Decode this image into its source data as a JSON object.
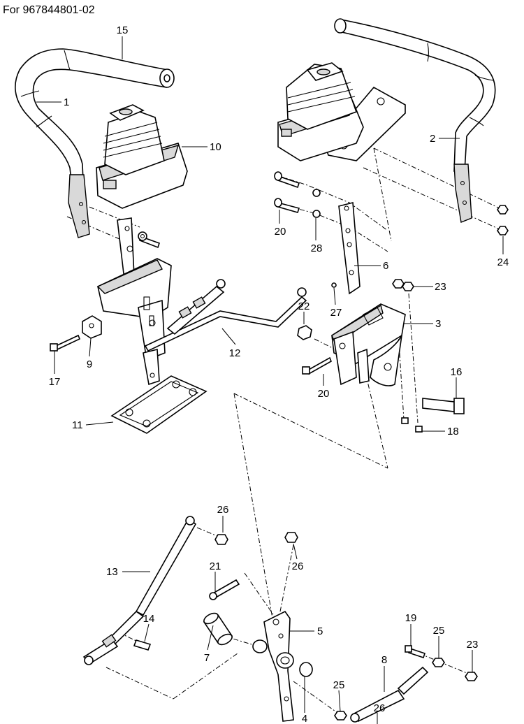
{
  "header": {
    "title": "For 967844801-02"
  },
  "callouts": [
    {
      "id": "c15a",
      "text": "15"
    },
    {
      "id": "c1",
      "text": "1"
    },
    {
      "id": "c10",
      "text": "10"
    },
    {
      "id": "c2",
      "text": "2"
    },
    {
      "id": "c20a",
      "text": "20"
    },
    {
      "id": "c28",
      "text": "28"
    },
    {
      "id": "c24",
      "text": "24"
    },
    {
      "id": "c6",
      "text": "6"
    },
    {
      "id": "c23a",
      "text": "23"
    },
    {
      "id": "c22",
      "text": "22"
    },
    {
      "id": "c27",
      "text": "27"
    },
    {
      "id": "c3",
      "text": "3"
    },
    {
      "id": "c12",
      "text": "12"
    },
    {
      "id": "c9",
      "text": "9"
    },
    {
      "id": "c17",
      "text": "17"
    },
    {
      "id": "c20b",
      "text": "20"
    },
    {
      "id": "c16",
      "text": "16"
    },
    {
      "id": "c11",
      "text": "11"
    },
    {
      "id": "c18",
      "text": "18"
    },
    {
      "id": "c26a",
      "text": "26"
    },
    {
      "id": "c26b",
      "text": "26"
    },
    {
      "id": "c13",
      "text": "13"
    },
    {
      "id": "c21",
      "text": "21"
    },
    {
      "id": "c14",
      "text": "14"
    },
    {
      "id": "c5",
      "text": "5"
    },
    {
      "id": "c19",
      "text": "19"
    },
    {
      "id": "c25a",
      "text": "25"
    },
    {
      "id": "c23b",
      "text": "23"
    },
    {
      "id": "c7",
      "text": "7"
    },
    {
      "id": "c8",
      "text": "8"
    },
    {
      "id": "c25b",
      "text": "25"
    },
    {
      "id": "c26c",
      "text": "26"
    },
    {
      "id": "c4",
      "text": "4"
    }
  ]
}
